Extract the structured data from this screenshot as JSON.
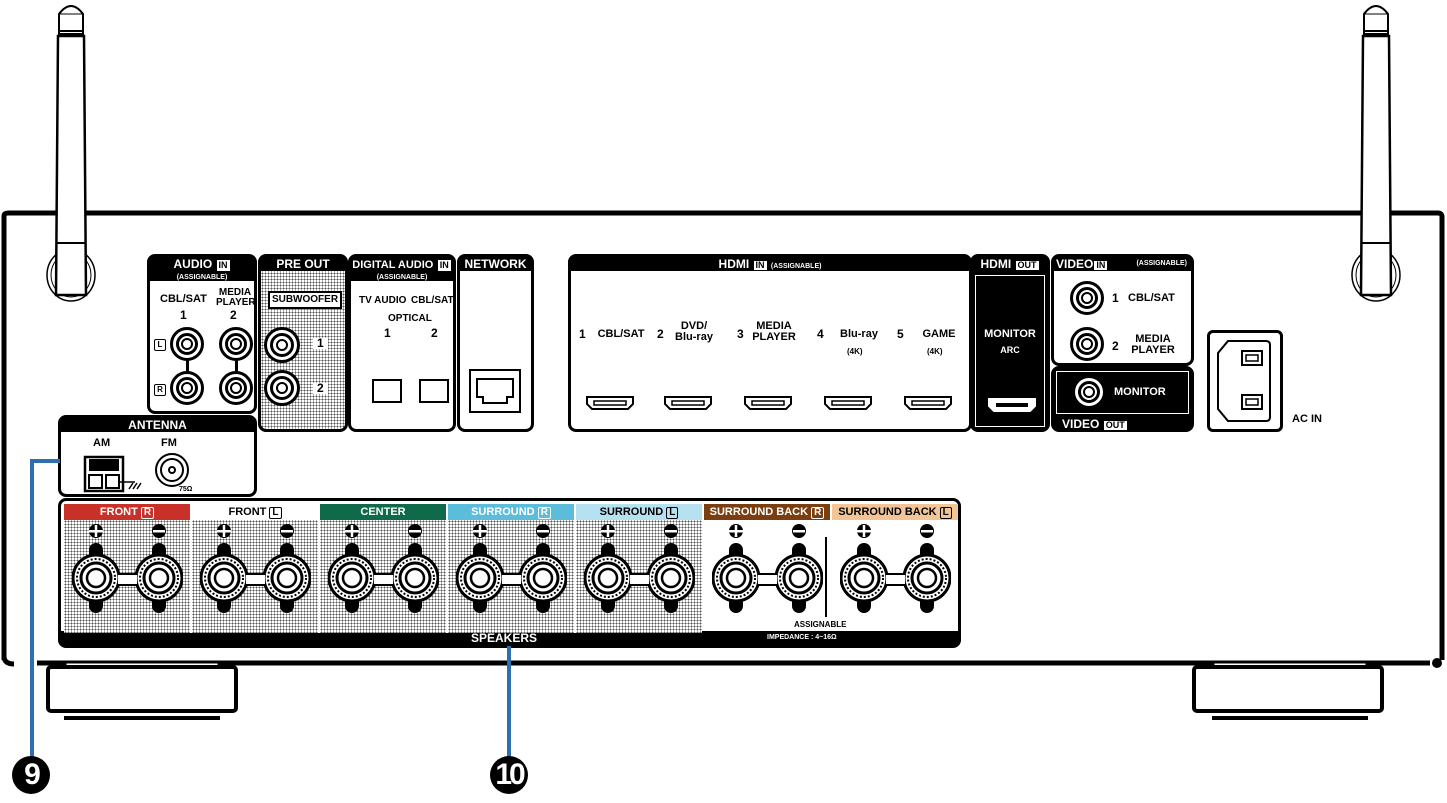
{
  "diagram": {
    "title": "AV receiver rear panel",
    "colors": {
      "callout_line": "#2f6fb0",
      "front_r": "#c8302a",
      "center": "#0f6a4a",
      "surround_r": "#5bbcdc",
      "surround_l": "#b6e1f0",
      "surround_back_r": "#7a3e10",
      "surround_back_l": "#f2c597"
    }
  },
  "audio_in": {
    "title": "AUDIO",
    "badge": "IN",
    "subtitle": "(ASSIGNABLE)",
    "inputs": [
      {
        "name": "CBL/SAT",
        "number": "1"
      },
      {
        "name": "MEDIA PLAYER",
        "number": "2"
      }
    ],
    "channels": [
      "L",
      "R"
    ]
  },
  "pre_out": {
    "title": "PRE OUT",
    "subwoofer_label": "SUBWOOFER",
    "outputs": [
      "1",
      "2"
    ]
  },
  "digital_audio_in": {
    "title": "DIGITAL AUDIO",
    "badge": "IN",
    "subtitle": "(ASSIGNABLE)",
    "optical_label": "OPTICAL",
    "inputs": [
      {
        "name": "TV AUDIO",
        "number": "1"
      },
      {
        "name": "CBL/SAT",
        "number": "2"
      }
    ]
  },
  "network": {
    "title": "NETWORK"
  },
  "hdmi_in": {
    "title": "HDMI",
    "badge": "IN",
    "subtitle": "(ASSIGNABLE)",
    "inputs": [
      {
        "number": "1",
        "name": "CBL/SAT",
        "note": ""
      },
      {
        "number": "2",
        "name": "DVD/ Blu-ray",
        "note": ""
      },
      {
        "number": "3",
        "name": "MEDIA PLAYER",
        "note": ""
      },
      {
        "number": "4",
        "name": "Blu-ray",
        "note": "(4K)"
      },
      {
        "number": "5",
        "name": "GAME",
        "note": "(4K)"
      }
    ]
  },
  "hdmi_out": {
    "title": "HDMI",
    "badge": "OUT",
    "label": "MONITOR",
    "sub": "ARC"
  },
  "video_in": {
    "title": "VIDEO",
    "badge": "IN",
    "subtitle": "(ASSIGNABLE)",
    "inputs": [
      {
        "number": "1",
        "name": "CBL/SAT"
      },
      {
        "number": "2",
        "name": "MEDIA PLAYER"
      }
    ]
  },
  "video_out": {
    "title": "VIDEO",
    "badge": "OUT",
    "label": "MONITOR"
  },
  "ac_in": {
    "label": "AC IN"
  },
  "antenna": {
    "title": "ANTENNA",
    "am": "AM",
    "fm": "FM",
    "impedance": "75Ω"
  },
  "speakers": {
    "title": "SPEAKERS",
    "impedance": "IMPEDANCE : 4~16Ω",
    "assignable": "ASSIGNABLE",
    "plus": "+",
    "minus": "−",
    "channels": [
      {
        "label": "FRONT",
        "side": "R"
      },
      {
        "label": "FRONT",
        "side": "L"
      },
      {
        "label": "CENTER",
        "side": ""
      },
      {
        "label": "SURROUND",
        "side": "R"
      },
      {
        "label": "SURROUND",
        "side": "L"
      },
      {
        "label": "SURROUND BACK",
        "side": "R"
      },
      {
        "label": "SURROUND BACK",
        "side": "L"
      }
    ]
  },
  "callouts": [
    {
      "number": "9",
      "target": "ANTENNA"
    },
    {
      "number": "10",
      "target": "SPEAKERS"
    }
  ]
}
